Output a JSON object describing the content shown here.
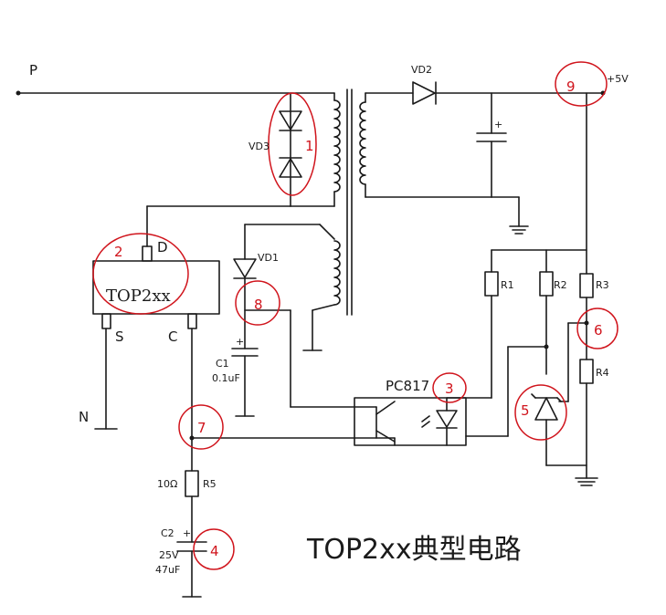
{
  "labels": {
    "P": "P",
    "N": "N",
    "vd2": "VD2",
    "vd3": "VD3",
    "vd1": "VD1",
    "plus5v": "+5V",
    "d": "D",
    "s": "S",
    "c": "C",
    "chip": "TOP2xx",
    "c1": "C1",
    "c1_value": "0.1uF",
    "c2": "C2",
    "c2_voltage": "25V",
    "c2_value": "47uF",
    "r1": "R1",
    "r2": "R2",
    "r3": "R3",
    "r4": "R4",
    "r5": "R5",
    "r5_value": "10Ω",
    "pc817": "PC817",
    "plus": "+",
    "title": "TOP2xx典型电路"
  },
  "markers": [
    "1",
    "2",
    "3",
    "4",
    "5",
    "6",
    "7",
    "8",
    "9"
  ]
}
